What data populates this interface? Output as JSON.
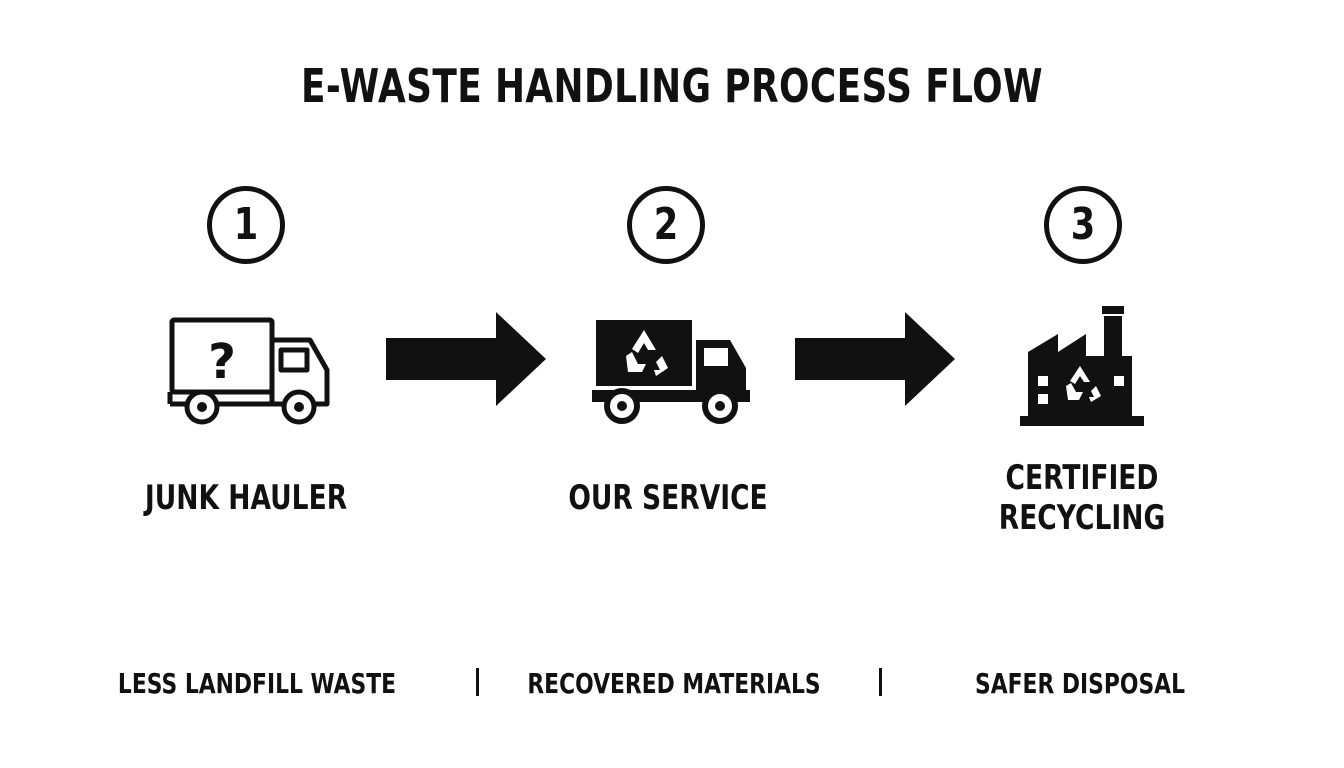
{
  "title": "E-WASTE HANDLING PROCESS FLOW",
  "steps": [
    {
      "number": "1",
      "label": "JUNK HAULER",
      "icon": "truck-question-icon"
    },
    {
      "number": "2",
      "label": "OUR SERVICE",
      "icon": "recycling-truck-icon"
    },
    {
      "number": "3",
      "label_line1": "CERTIFIED",
      "label_line2": "RECYCLING",
      "icon": "recycling-factory-icon"
    }
  ],
  "arrows": [
    "arrow-right-icon",
    "arrow-right-icon"
  ],
  "benefits": [
    "LESS LANDFILL WASTE",
    "RECOVERED MATERIALS",
    "SAFER DISPOSAL"
  ],
  "colors": {
    "ink": "#111111",
    "background": "#ffffff"
  }
}
